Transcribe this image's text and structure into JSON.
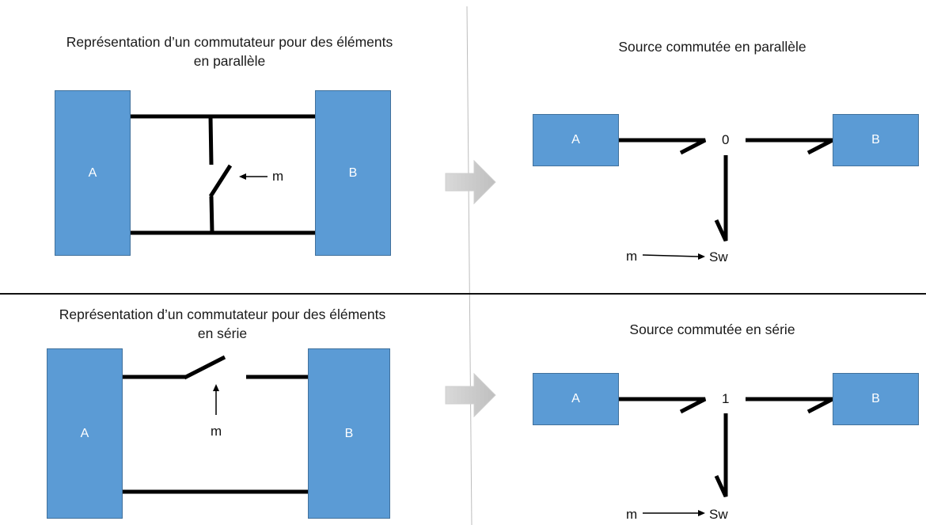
{
  "top_left": {
    "title_line1": "Représentation d’un commutateur pour des éléments",
    "title_line2": "en parallèle",
    "box_a": "A",
    "box_b": "B",
    "m_label": "m"
  },
  "top_right": {
    "title": "Source commutée en parallèle",
    "box_a": "A",
    "box_b": "B",
    "junction": "0",
    "m_label": "m",
    "sw_label": "Sw"
  },
  "bottom_left": {
    "title_line1": "Représentation d’un commutateur pour des éléments",
    "title_line2": "en série",
    "box_a": "A",
    "box_b": "B",
    "m_label": "m"
  },
  "bottom_right": {
    "title": "Source commutée en série",
    "box_a": "A",
    "box_b": "B",
    "junction": "1",
    "m_label": "m",
    "sw_label": "Sw"
  },
  "colors": {
    "box_fill": "#5b9bd5",
    "box_border": "#41719c",
    "wire": "#000000",
    "arrow": "#c8c8c8"
  }
}
